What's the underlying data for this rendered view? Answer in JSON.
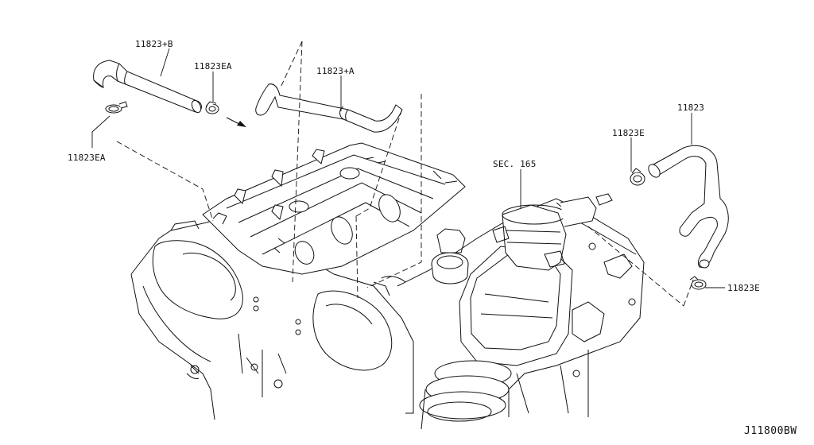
{
  "diagram": {
    "labels": {
      "hose_b": "11823+B",
      "clamp_ea_top": "11823EA",
      "hose_a": "11823+A",
      "clamp_ea_left": "11823EA",
      "hose_main": "11823",
      "clamp_e_top": "11823E",
      "section_ref": "SEC. 165",
      "clamp_e_bottom": "11823E"
    },
    "reference_code": "J11800BW"
  }
}
